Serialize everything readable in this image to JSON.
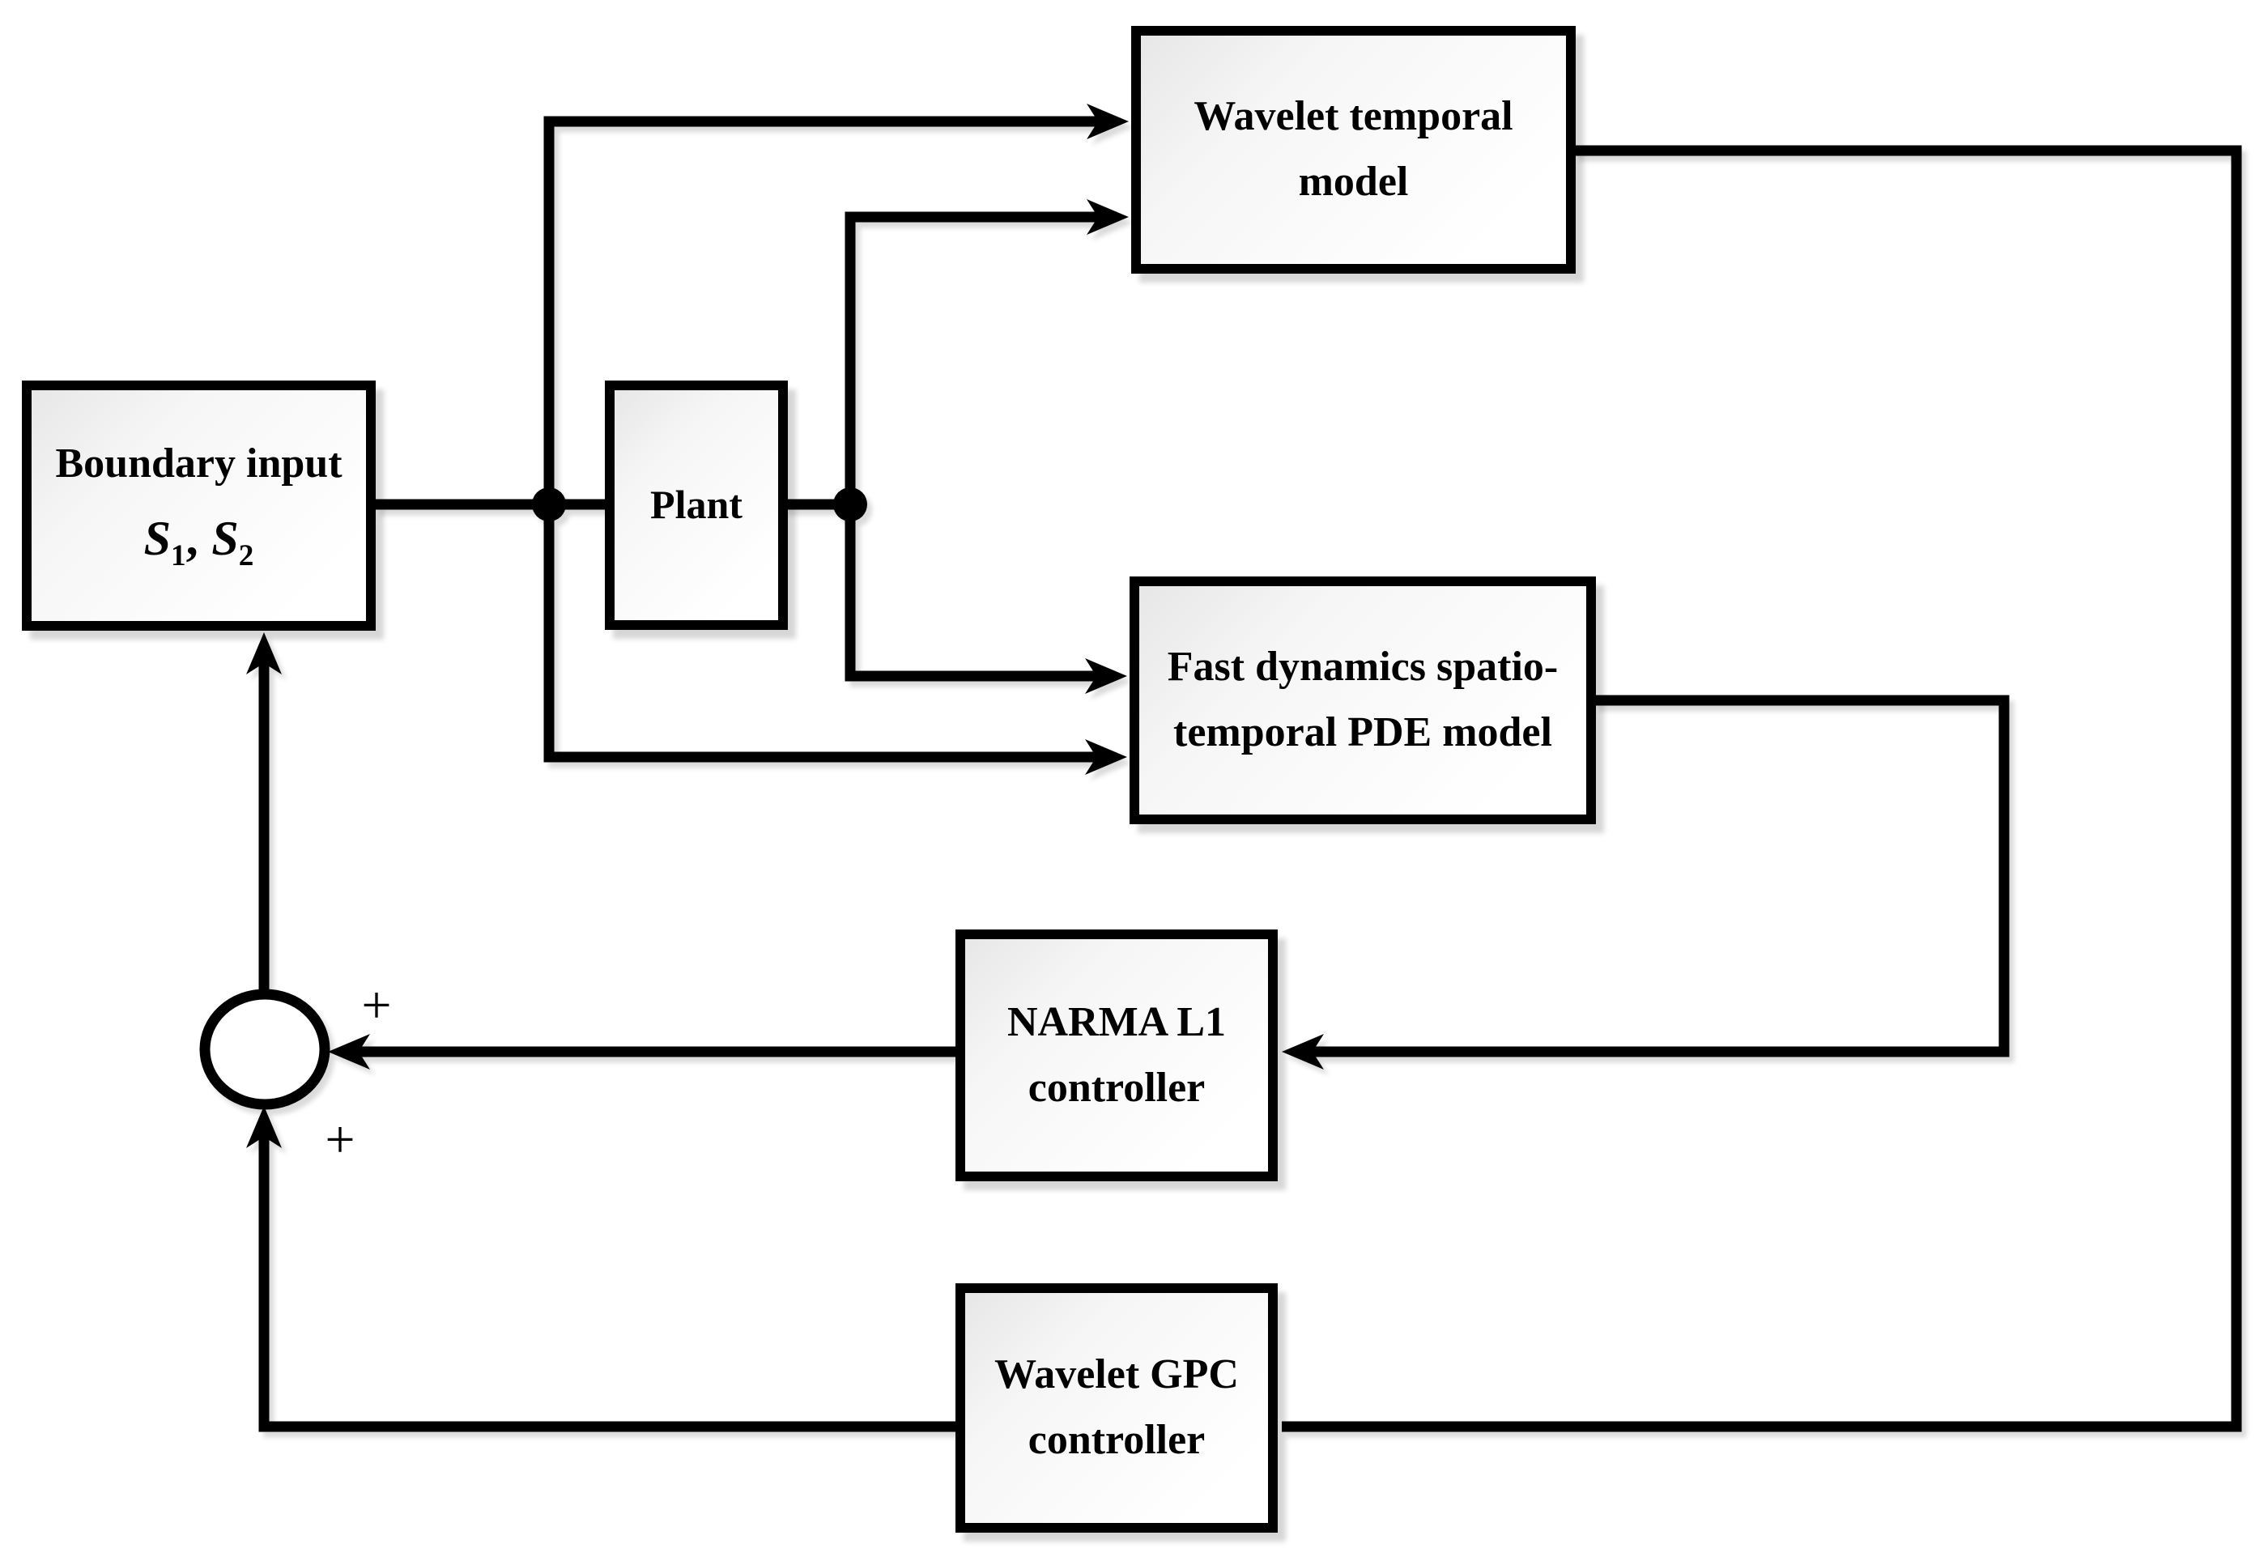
{
  "diagram_type": "control-system-block-diagram",
  "nodes": {
    "boundary_input": {
      "line1": "Boundary input"
    },
    "boundary_signals": {
      "s1_base": "S",
      "s1_sub": "1",
      "separator": ",",
      "s2_base": "S",
      "s2_sub": "2"
    },
    "plant": {
      "label": "Plant"
    },
    "wavelet_temporal": {
      "line1": "Wavelet temporal",
      "line2": "model"
    },
    "fast_pde": {
      "line1": "Fast dynamics spatio-",
      "line2": "temporal PDE model"
    },
    "narma": {
      "line1": "NARMA L1",
      "line2": "controller"
    },
    "gpc": {
      "line1": "Wavelet GPC",
      "line2": "controller"
    }
  },
  "summing_junction": {
    "sign_right_input": "+",
    "sign_bottom_input": "+"
  },
  "colors": {
    "background": "#ffffff",
    "line": "#000000",
    "box_border": "#000000",
    "box_fill_edge": "#e7e7e7",
    "box_fill_center": "#ffffff",
    "shadow": "rgba(0,0,0,0.16)"
  }
}
